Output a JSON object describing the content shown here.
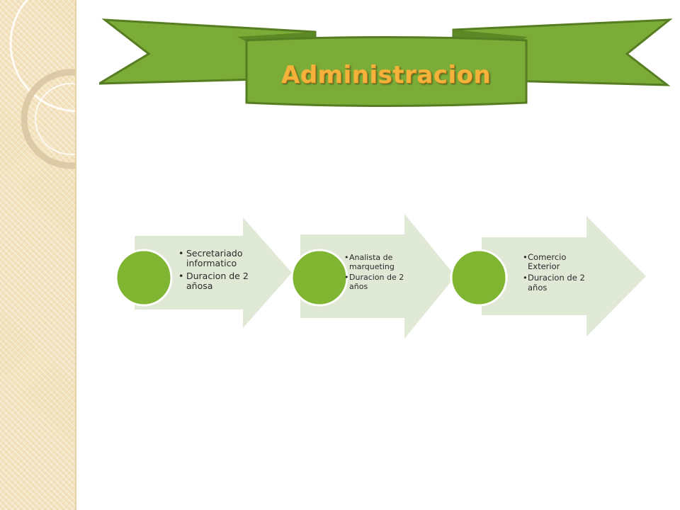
{
  "title": "Administracion",
  "colors": {
    "banner_green": "#7bac37",
    "banner_stroke": "#577d22",
    "arrow_fill": "#e0e8d6",
    "circle_fill": "#80b532",
    "circle_stroke": "#ffffff",
    "side_strip": "#f3e2bd"
  },
  "process": [
    {
      "items": [
        "Secretariado informatico",
        "Duracion de 2 añosa"
      ]
    },
    {
      "items": [
        "Analista de marqueting",
        "Duracion de 2 años"
      ]
    },
    {
      "items": [
        "Comercio Exterior",
        "Duracion de 2 años"
      ]
    }
  ]
}
